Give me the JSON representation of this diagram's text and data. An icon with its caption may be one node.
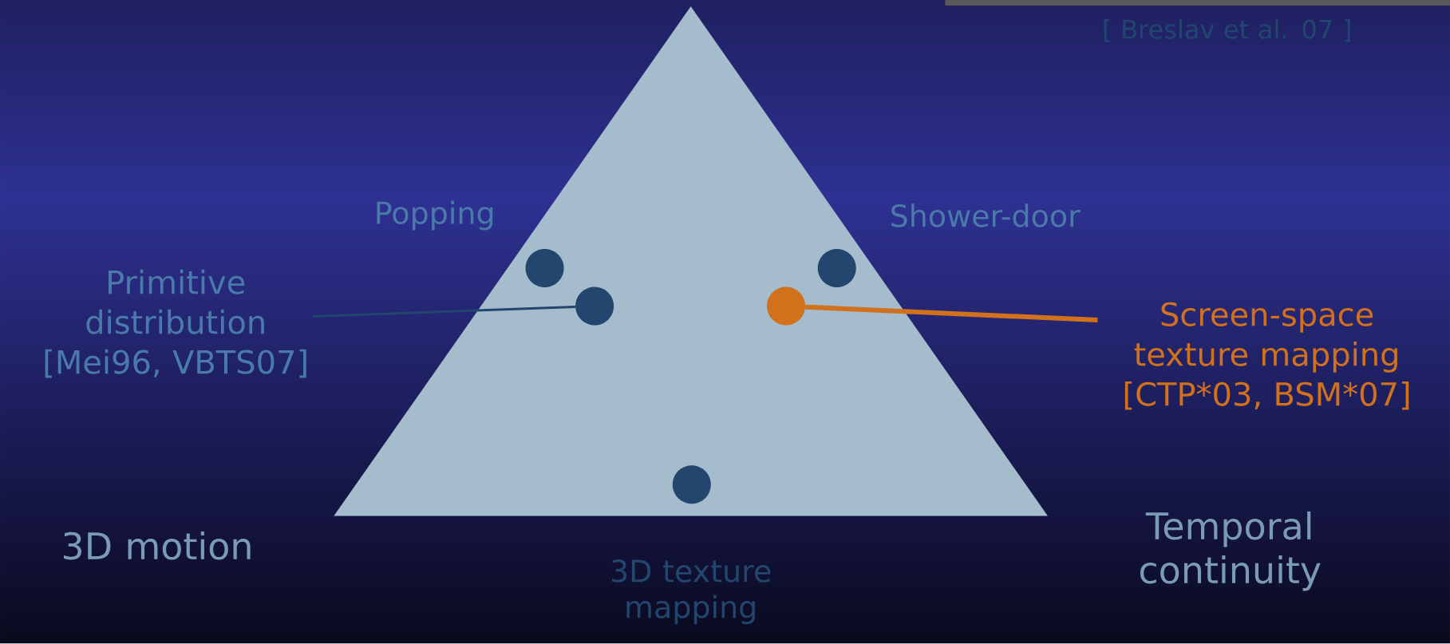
{
  "diagram": {
    "nodes": [
      {
        "text": [],
        "shape": "circle"
      },
      {
        "text": [],
        "shape": "circle"
      },
      {
        "text": [
          "Primitive distribution",
          "[Mei96, VBTS07]"
        ]
      },
      {
        "text": [],
        "shape": "circle"
      },
      {
        "text": [],
        "shape": "circle"
      },
      {
        "text": [
          "Screen-space texture mapping",
          "[CTP*03, BSM*07]"
        ]
      },
      {
        "text": [],
        "shape": "circle"
      }
    ],
    "edges": [
      {
        "from": 2,
        "to": 3,
        "arrow": "none"
      },
      {
        "from": 5,
        "to": 4,
        "arrow": "none",
        "style": "thick",
        "color": "#d2711c"
      }
    ],
    "labels": [
      "[ Breslav et al. 07 ]",
      "Popping",
      "Shower-door",
      "3D motion",
      "Temporal continuity",
      "3D texture mapping"
    ]
  }
}
